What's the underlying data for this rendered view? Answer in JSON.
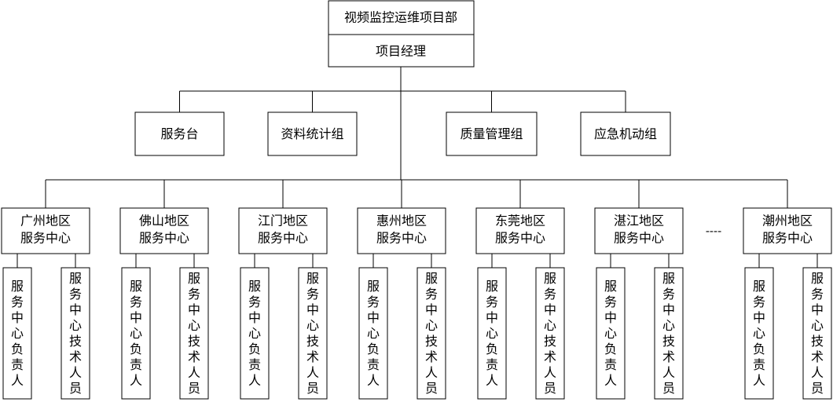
{
  "header": {
    "title": "视频监控运维项目部",
    "manager": "项目经理"
  },
  "functions": [
    {
      "label": "服务台"
    },
    {
      "label": "资料统计组"
    },
    {
      "label": "质量管理组"
    },
    {
      "label": "应急机动组"
    }
  ],
  "regions": [
    {
      "lines": [
        "广州地区",
        "服务中心"
      ],
      "staff": [
        "服务中心负责人",
        "服务中心技术人员"
      ]
    },
    {
      "lines": [
        "佛山地区",
        "服务中心"
      ],
      "staff": [
        "服务中心负责人",
        "服务中心技术人员"
      ]
    },
    {
      "lines": [
        "江门地区",
        "服务中心"
      ],
      "staff": [
        "服务中心负责人",
        "服务中心技术人员"
      ]
    },
    {
      "lines": [
        "惠州地区",
        "服务中心"
      ],
      "staff": [
        "服务中心负责人",
        "服务中心技术人员"
      ]
    },
    {
      "lines": [
        "东莞地区",
        "服务中心"
      ],
      "staff": [
        "服务中心负责人",
        "服务中心技术人员"
      ]
    },
    {
      "lines": [
        "湛江地区",
        "服务中心"
      ],
      "staff": [
        "服务中心负责人",
        "服务中心技术人员"
      ]
    },
    {
      "lines": [
        "潮州地区",
        "服务中心"
      ],
      "staff": [
        "服务中心负责人",
        "服务中心技术人员"
      ]
    }
  ],
  "ellipsis": "----"
}
